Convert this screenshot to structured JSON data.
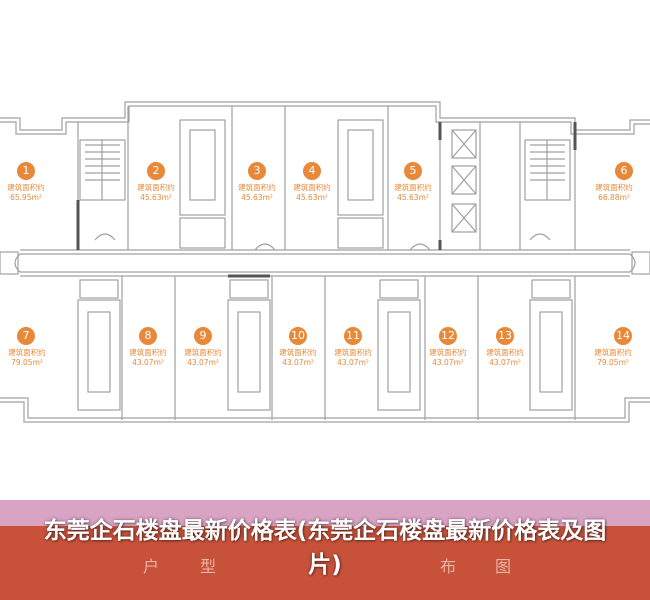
{
  "units": [
    {
      "no": "1",
      "label": "建筑面积约",
      "area": "65.95m²"
    },
    {
      "no": "2",
      "label": "建筑面积约",
      "area": "45.63m²"
    },
    {
      "no": "3",
      "label": "建筑面积约",
      "area": "45.63m²"
    },
    {
      "no": "4",
      "label": "建筑面积约",
      "area": "45.63m²"
    },
    {
      "no": "5",
      "label": "建筑面积约",
      "area": "45.63m²"
    },
    {
      "no": "6",
      "label": "建筑面积约",
      "area": "66.88m²"
    },
    {
      "no": "7",
      "label": "建筑面积约",
      "area": "79.05m²"
    },
    {
      "no": "8",
      "label": "建筑面积约",
      "area": "43.07m²"
    },
    {
      "no": "9",
      "label": "建筑面积约",
      "area": "43.07m²"
    },
    {
      "no": "10",
      "label": "建筑面积约",
      "area": "43.07m²"
    },
    {
      "no": "11",
      "label": "建筑面积约",
      "area": "43.07m²"
    },
    {
      "no": "12",
      "label": "建筑面积约",
      "area": "43.07m²"
    },
    {
      "no": "13",
      "label": "建筑面积约",
      "area": "43.07m²"
    },
    {
      "no": "14",
      "label": "建筑面积约",
      "area": "79.05m²"
    }
  ],
  "banner": {
    "faint_text": [
      "户",
      "型",
      "布",
      "图"
    ],
    "caption": "东莞企石楼盘最新价格表(东莞企石楼盘最新价格表及图片)"
  },
  "colors": {
    "accent": "#e8893a",
    "banner_top": "#d9a3c3",
    "banner_bottom": "#c8513a",
    "wall": "#9a9a9a",
    "wall_dark": "#555555"
  }
}
